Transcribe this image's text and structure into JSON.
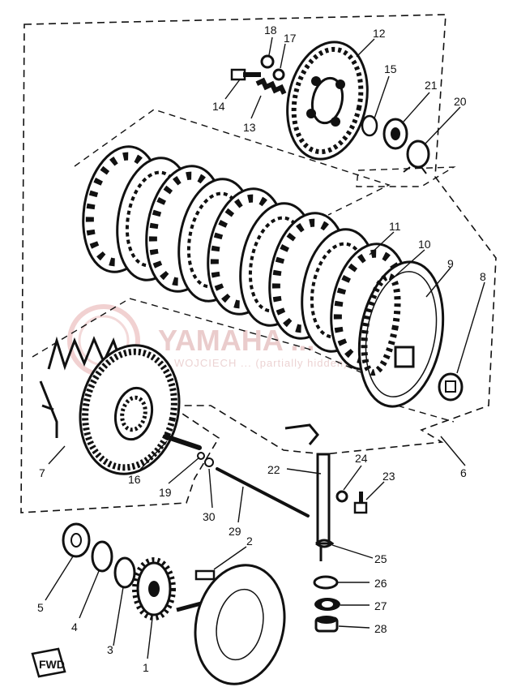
{
  "watermark": {
    "brand": "YAMAHA ... AL",
    "sub": "WOJCIECH ... (partially hidden)"
  },
  "fwd_badge": "FWD",
  "callouts": [
    {
      "id": "c1",
      "label": "1"
    },
    {
      "id": "c2",
      "label": "2"
    },
    {
      "id": "c3",
      "label": "3"
    },
    {
      "id": "c4",
      "label": "4"
    },
    {
      "id": "c5",
      "label": "5"
    },
    {
      "id": "c6",
      "label": "6"
    },
    {
      "id": "c7",
      "label": "7"
    },
    {
      "id": "c8",
      "label": "8"
    },
    {
      "id": "c9",
      "label": "9"
    },
    {
      "id": "c10",
      "label": "10"
    },
    {
      "id": "c11",
      "label": "11"
    },
    {
      "id": "c12",
      "label": "12"
    },
    {
      "id": "c13",
      "label": "13"
    },
    {
      "id": "c14",
      "label": "14"
    },
    {
      "id": "c15",
      "label": "15"
    },
    {
      "id": "c16",
      "label": "16"
    },
    {
      "id": "c17",
      "label": "17"
    },
    {
      "id": "c18",
      "label": "18"
    },
    {
      "id": "c19",
      "label": "19"
    },
    {
      "id": "c20",
      "label": "20"
    },
    {
      "id": "c21",
      "label": "21"
    },
    {
      "id": "c22",
      "label": "22"
    },
    {
      "id": "c23",
      "label": "23"
    },
    {
      "id": "c24",
      "label": "24"
    },
    {
      "id": "c25",
      "label": "25"
    },
    {
      "id": "c26",
      "label": "26"
    },
    {
      "id": "c27",
      "label": "27"
    },
    {
      "id": "c28",
      "label": "28"
    },
    {
      "id": "c29",
      "label": "29"
    },
    {
      "id": "c30",
      "label": "30"
    }
  ]
}
